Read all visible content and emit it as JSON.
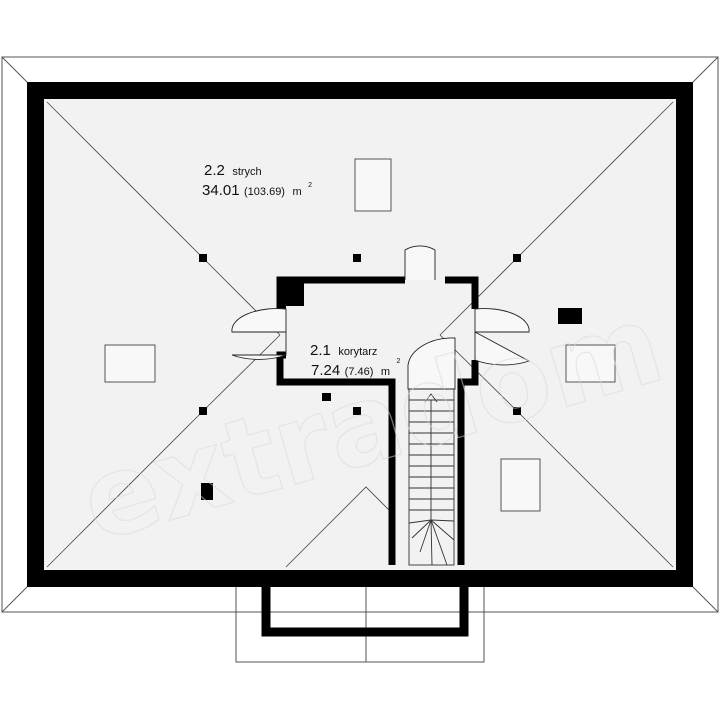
{
  "watermark": "extradom",
  "rooms": [
    {
      "number": "2.2",
      "name": "strych",
      "area": "34.01",
      "area_gross": "(103.69)",
      "unit": "m",
      "unit_sup": "2"
    },
    {
      "number": "2.1",
      "name": "korytarz",
      "area": "7.24",
      "area_gross": "(7.46)",
      "unit": "m",
      "unit_sup": "2"
    }
  ],
  "colors": {
    "wall": "#000000",
    "floor": "#f2f2f2",
    "line": "#333333"
  }
}
